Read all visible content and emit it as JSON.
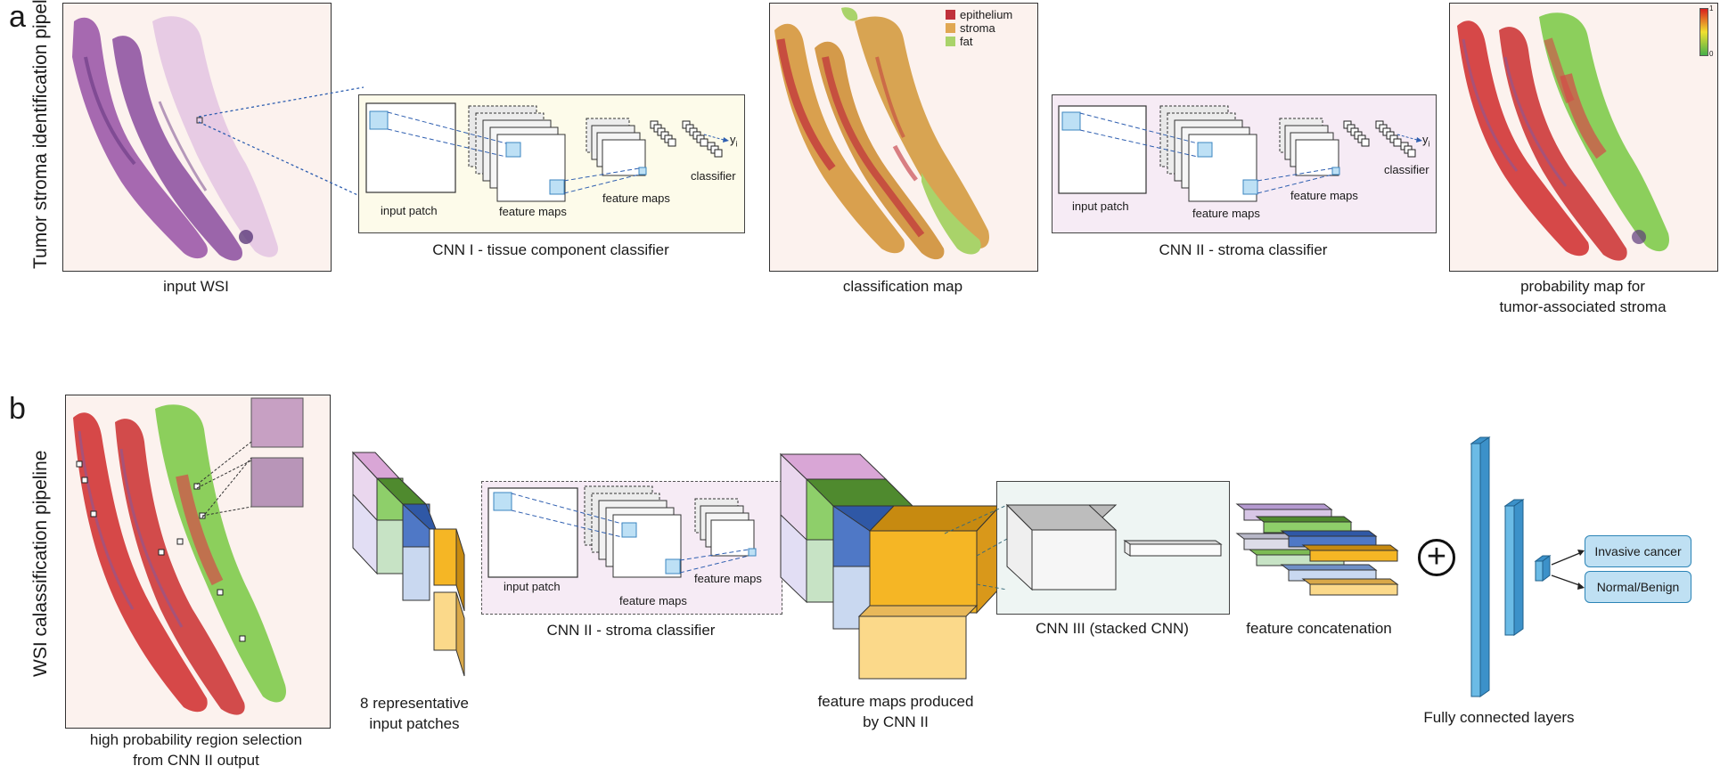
{
  "panel_a": {
    "letter": "a",
    "side_label": "Tumor stroma identification pipeline",
    "wsi_caption": "input WSI",
    "cnn1": {
      "input_patch": "input patch",
      "feature_maps_1": "feature maps",
      "feature_maps_2": "feature maps",
      "classifier": "classifier",
      "output": "y",
      "output_sub": "i",
      "caption": "CNN I - tissue component classifier"
    },
    "classification_map": {
      "caption": "classification map",
      "legend": [
        {
          "label": "epithelium",
          "color": "#c0313b"
        },
        {
          "label": "stroma",
          "color": "#e0a752"
        },
        {
          "label": "fat",
          "color": "#a9d36a"
        }
      ]
    },
    "cnn2": {
      "input_patch": "input patch",
      "feature_maps_1": "feature maps",
      "feature_maps_2": "feature maps",
      "classifier": "classifier",
      "output": "y",
      "output_sub": "i",
      "caption": "CNN II - stroma classifier"
    },
    "probability_map": {
      "caption_line1": "probability map for",
      "caption_line2": "tumor-associated stroma",
      "colorbar_max": "1",
      "colorbar_min": "0"
    }
  },
  "panel_b": {
    "letter": "b",
    "side_label": "WSI calassification pipeline",
    "region_caption_line1": "high probability region selection",
    "region_caption_line2": "from CNN II output",
    "patches_caption_line1": "8 representative",
    "patches_caption_line2": "input patches",
    "cnn2": {
      "input_patch": "input patch",
      "feature_maps_1": "feature maps",
      "feature_maps_2": "feature maps",
      "caption": "CNN II - stroma classifier"
    },
    "fmaps_caption_line1": "feature maps produced",
    "fmaps_caption_line2": "by CNN II",
    "cnn3_caption": "CNN III (stacked CNN)",
    "concat_caption": "feature concatenation",
    "fc_caption": "Fully connected layers",
    "plus_symbol": "+",
    "outputs": [
      "Invasive cancer",
      "Normal/Benign"
    ]
  },
  "colors": {
    "he_purple": "#9a5aa6",
    "tissue_red": "#d24b4b",
    "tissue_green": "#8ccf5c",
    "tissue_orange": "#d9a04e",
    "fc_blue": "#5fb3e3",
    "cnn1_bg": "#fdfbea",
    "cnn2_bg": "#f6ebf5",
    "cnn3_bg": "#eef5f3"
  }
}
